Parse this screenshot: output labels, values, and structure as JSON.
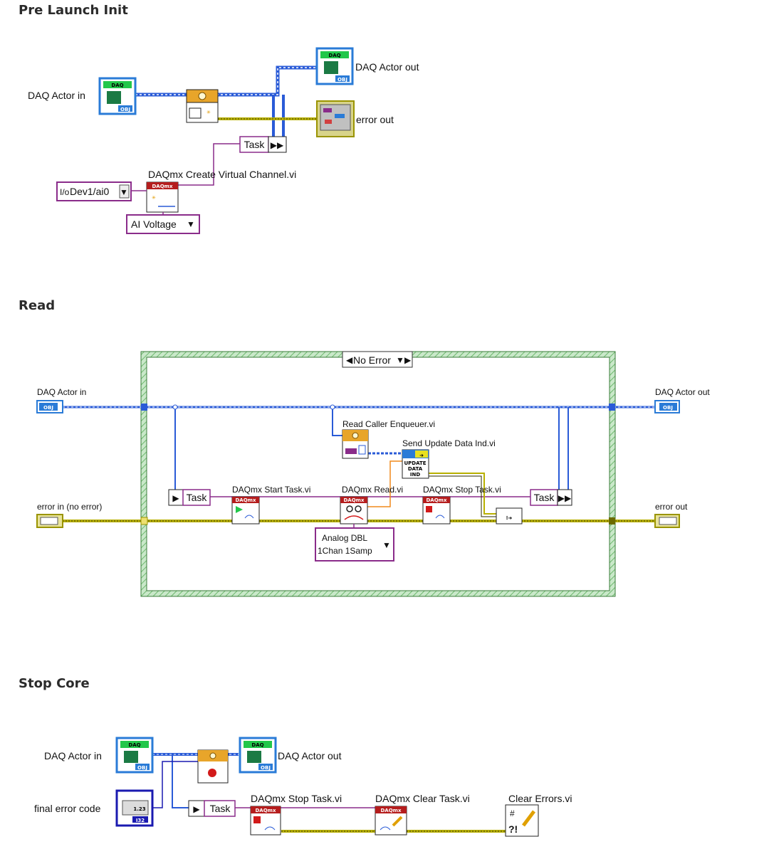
{
  "sections": {
    "pre_launch": "Pre Launch Init",
    "read": "Read",
    "stop_core": "Stop Core"
  },
  "pre_launch": {
    "actor_in": "DAQ Actor in",
    "actor_out": "DAQ Actor out",
    "error_out": "error out",
    "task": "Task",
    "create_vi": "DAQmx Create Virtual Channel.vi",
    "channel": "Dev1/ai0",
    "io_prefix": "I/o",
    "ai_voltage": "AI Voltage"
  },
  "read": {
    "case_selector": "No Error",
    "actor_in": "DAQ Actor in",
    "actor_out": "DAQ Actor out",
    "error_in": "error in (no error)",
    "error_out": "error out",
    "read_caller": "Read Caller Enqueuer.vi",
    "send_update": "Send Update Data Ind.vi",
    "start_task": "DAQmx Start Task.vi",
    "daq_read": "DAQmx Read.vi",
    "stop_task": "DAQmx Stop Task.vi",
    "task_left": "Task",
    "task_right": "Task",
    "analog_line1": "Analog DBL",
    "analog_line2": "1Chan 1Samp",
    "update_icon_lines": [
      "UPDATE",
      "DATA",
      "IND"
    ]
  },
  "stop_core": {
    "actor_in": "DAQ Actor in",
    "actor_out": "DAQ Actor out",
    "final_error": "final error code",
    "numeric_value": "1.23",
    "task": "Task",
    "stop_task": "DAQmx Stop Task.vi",
    "clear_task": "DAQmx Clear Task.vi",
    "clear_errors": "Clear Errors.vi"
  },
  "icons": {
    "daq_tag": "DAQ",
    "obj_tag": "OBJ",
    "daqmx_tag": "DAQmx",
    "i32_tag": "I32"
  },
  "colors": {
    "object_wire": "#2a5bd7",
    "error_wire": "#b8b000",
    "task_wire": "#8a2c8a",
    "case_frame": "#7cc27c",
    "daqmx_red": "#b51d1d",
    "dbl_wire": "#f08a1c"
  }
}
